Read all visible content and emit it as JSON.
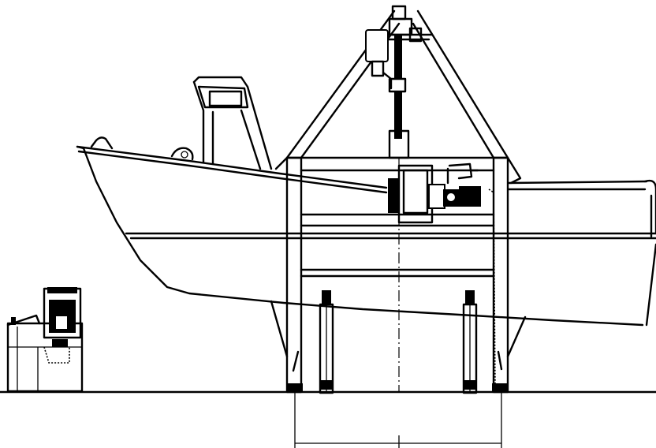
{
  "drawing": {
    "kind": "technical-line-drawing",
    "subject_icons": [
      "boat-hull",
      "lifting-gantry",
      "winch",
      "hydraulic-power-unit"
    ],
    "stroke_color": "#000000",
    "background_color": "#ffffff"
  }
}
